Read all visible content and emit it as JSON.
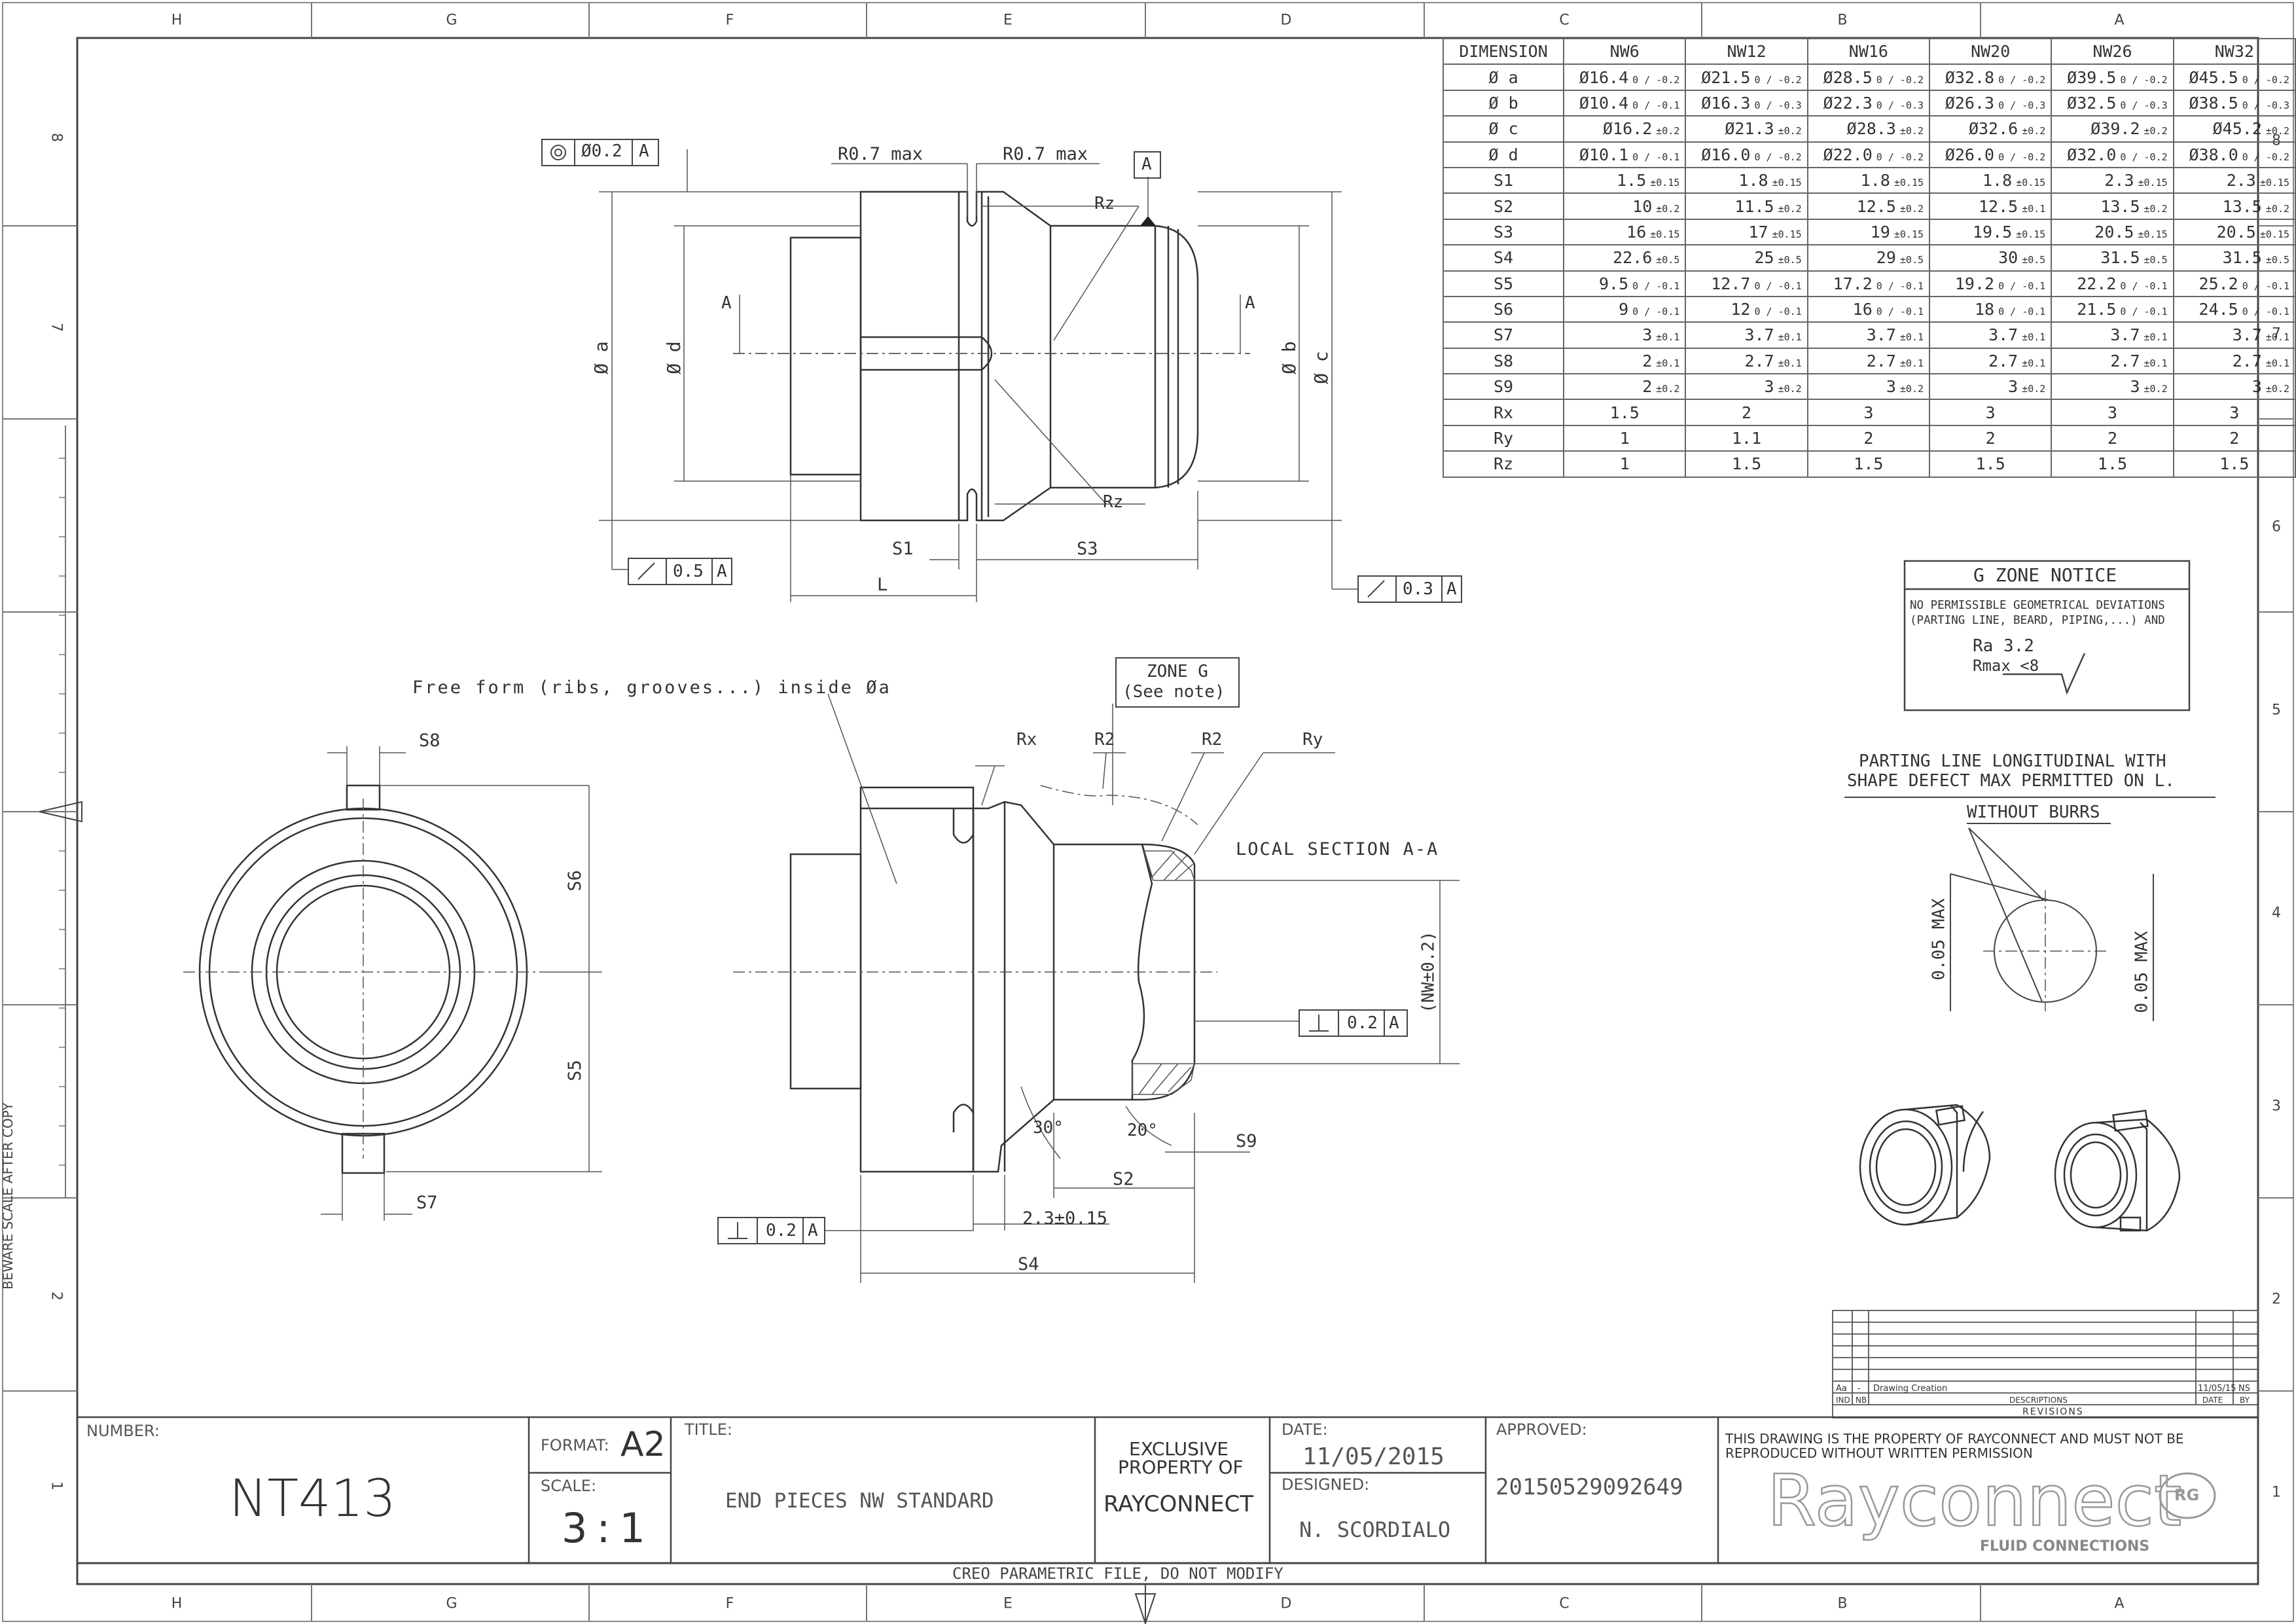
{
  "frame": {
    "zones_top": [
      "H",
      "G",
      "F",
      "E",
      "D",
      "C",
      "B",
      "A"
    ],
    "zones_side": [
      "8",
      "7",
      "6",
      "5",
      "4",
      "3",
      "2",
      "1"
    ]
  },
  "dimension_table": {
    "headers": [
      "DIMENSION",
      "NW6",
      "NW12",
      "NW16",
      "NW20",
      "NW26",
      "NW32"
    ],
    "rows": [
      {
        "label": "Ø a",
        "cells": [
          [
            "Ø16.4",
            "0 / -0.2"
          ],
          [
            "Ø21.5",
            "0 / -0.2"
          ],
          [
            "Ø28.5",
            "0 / -0.2"
          ],
          [
            "Ø32.8",
            "0 / -0.2"
          ],
          [
            "Ø39.5",
            "0 / -0.2"
          ],
          [
            "Ø45.5",
            "0 / -0.2"
          ]
        ]
      },
      {
        "label": "Ø b",
        "cells": [
          [
            "Ø10.4",
            "0 / -0.1"
          ],
          [
            "Ø16.3",
            "0 / -0.3"
          ],
          [
            "Ø22.3",
            "0 / -0.3"
          ],
          [
            "Ø26.3",
            "0 / -0.3"
          ],
          [
            "Ø32.5",
            "0 / -0.3"
          ],
          [
            "Ø38.5",
            "0 / -0.3"
          ]
        ]
      },
      {
        "label": "Ø c",
        "cells": [
          [
            "Ø16.2",
            "±0.2"
          ],
          [
            "Ø21.3",
            "±0.2"
          ],
          [
            "Ø28.3",
            "±0.2"
          ],
          [
            "Ø32.6",
            "±0.2"
          ],
          [
            "Ø39.2",
            "±0.2"
          ],
          [
            "Ø45.2",
            "±0.2"
          ]
        ]
      },
      {
        "label": "Ø d",
        "cells": [
          [
            "Ø10.1",
            "0 / -0.1"
          ],
          [
            "Ø16.0",
            "0 / -0.2"
          ],
          [
            "Ø22.0",
            "0 / -0.2"
          ],
          [
            "Ø26.0",
            "0 / -0.2"
          ],
          [
            "Ø32.0",
            "0 / -0.2"
          ],
          [
            "Ø38.0",
            "0 / -0.2"
          ]
        ]
      },
      {
        "label": "S1",
        "cells": [
          [
            "1.5",
            "±0.15"
          ],
          [
            "1.8",
            "±0.15"
          ],
          [
            "1.8",
            "±0.15"
          ],
          [
            "1.8",
            "±0.15"
          ],
          [
            "2.3",
            "±0.15"
          ],
          [
            "2.3",
            "±0.15"
          ]
        ]
      },
      {
        "label": "S2",
        "cells": [
          [
            "10",
            "±0.2"
          ],
          [
            "11.5",
            "±0.2"
          ],
          [
            "12.5",
            "±0.2"
          ],
          [
            "12.5",
            "±0.1"
          ],
          [
            "13.5",
            "±0.2"
          ],
          [
            "13.5",
            "±0.2"
          ]
        ]
      },
      {
        "label": "S3",
        "cells": [
          [
            "16",
            "±0.15"
          ],
          [
            "17",
            "±0.15"
          ],
          [
            "19",
            "±0.15"
          ],
          [
            "19.5",
            "±0.15"
          ],
          [
            "20.5",
            "±0.15"
          ],
          [
            "20.5",
            "±0.15"
          ]
        ]
      },
      {
        "label": "S4",
        "cells": [
          [
            "22.6",
            "±0.5"
          ],
          [
            "25",
            "±0.5"
          ],
          [
            "29",
            "±0.5"
          ],
          [
            "30",
            "±0.5"
          ],
          [
            "31.5",
            "±0.5"
          ],
          [
            "31.5",
            "±0.5"
          ]
        ]
      },
      {
        "label": "S5",
        "cells": [
          [
            "9.5",
            "0 / -0.1"
          ],
          [
            "12.7",
            "0 / -0.1"
          ],
          [
            "17.2",
            "0 / -0.1"
          ],
          [
            "19.2",
            "0 / -0.1"
          ],
          [
            "22.2",
            "0 / -0.1"
          ],
          [
            "25.2",
            "0 / -0.1"
          ]
        ]
      },
      {
        "label": "S6",
        "cells": [
          [
            "9",
            "0 / -0.1"
          ],
          [
            "12",
            "0 / -0.1"
          ],
          [
            "16",
            "0 / -0.1"
          ],
          [
            "18",
            "0 / -0.1"
          ],
          [
            "21.5",
            "0 / -0.1"
          ],
          [
            "24.5",
            "0 / -0.1"
          ]
        ]
      },
      {
        "label": "S7",
        "cells": [
          [
            "3",
            "±0.1"
          ],
          [
            "3.7",
            "±0.1"
          ],
          [
            "3.7",
            "±0.1"
          ],
          [
            "3.7",
            "±0.1"
          ],
          [
            "3.7",
            "±0.1"
          ],
          [
            "3.7",
            "±0.1"
          ]
        ]
      },
      {
        "label": "S8",
        "cells": [
          [
            "2",
            "±0.1"
          ],
          [
            "2.7",
            "±0.1"
          ],
          [
            "2.7",
            "±0.1"
          ],
          [
            "2.7",
            "±0.1"
          ],
          [
            "2.7",
            "±0.1"
          ],
          [
            "2.7",
            "±0.1"
          ]
        ]
      },
      {
        "label": "S9",
        "cells": [
          [
            "2",
            "±0.2"
          ],
          [
            "3",
            "±0.2"
          ],
          [
            "3",
            "±0.2"
          ],
          [
            "3",
            "±0.2"
          ],
          [
            "3",
            "±0.2"
          ],
          [
            "3",
            "±0.2"
          ]
        ]
      },
      {
        "label": "Rx",
        "cells": [
          [
            "1.5",
            ""
          ],
          [
            "2",
            ""
          ],
          [
            "3",
            ""
          ],
          [
            "3",
            ""
          ],
          [
            "3",
            ""
          ],
          [
            "3",
            ""
          ]
        ]
      },
      {
        "label": "Ry",
        "cells": [
          [
            "1",
            ""
          ],
          [
            "1.1",
            ""
          ],
          [
            "2",
            ""
          ],
          [
            "2",
            ""
          ],
          [
            "2",
            ""
          ],
          [
            "2",
            ""
          ]
        ]
      },
      {
        "label": "Rz",
        "cells": [
          [
            "1",
            ""
          ],
          [
            "1.5",
            ""
          ],
          [
            "1.5",
            ""
          ],
          [
            "1.5",
            ""
          ],
          [
            "1.5",
            ""
          ],
          [
            "1.5",
            ""
          ]
        ]
      }
    ]
  },
  "view_top": {
    "concentricity": "◎ Ø0.2 A",
    "r_left": "R0.7 max",
    "r_right": "R0.7 max",
    "datum": "A",
    "rz_top": "Rz",
    "rz_bottom": "Rz",
    "section_a": "A",
    "dia_a": "Ø a",
    "dia_d": "Ø d",
    "dia_b": "Ø b",
    "dia_c": "Ø c",
    "s1": "S1",
    "s3": "S3",
    "l": "L",
    "runout_left": "0.5",
    "runout_left_datum": "A",
    "runout_right": "0.3",
    "runout_right_datum": "A"
  },
  "view_side": {
    "s8": "S8",
    "s6": "S6",
    "s5": "S5",
    "s7": "S7"
  },
  "view_section": {
    "free_form": "Free form (ribs, grooves...) inside Øa",
    "zone_g_line1": "ZONE G",
    "zone_g_line2": "(See note)",
    "rx": "Rx",
    "r2_a": "R2",
    "r2_b": "R2",
    "ry": "Ry",
    "local_section": "LOCAL SECTION  A-A",
    "nw": "(NW±0.2)",
    "perp_right": "0.2",
    "perp_right_datum": "A",
    "angle_30": "30°",
    "angle_20": "20°",
    "s9": "S9",
    "s2": "S2",
    "perp_left": "0.2",
    "perp_left_datum": "A",
    "dim_23": "2.3±0.15",
    "s4": "S4"
  },
  "g_zone": {
    "title": "G ZONE NOTICE",
    "line1": "NO PERMISSIBLE GEOMETRICAL DEVIATIONS",
    "line2": "(PARTING LINE, BEARD, PIPING,...) AND",
    "ra": "Ra 3.2",
    "rmax": "Rmax <8"
  },
  "parting": {
    "line1": "PARTING LINE LONGITUDINAL WITH",
    "line2": "SHAPE DEFECT MAX PERMITTED ON L.",
    "without": "WITHOUT BURRS",
    "max_left": "0.05 MAX",
    "max_right": "0.05 MAX"
  },
  "side_note": "BEWARE SCALE AFTER COPY",
  "revisions": {
    "row": [
      "Aa",
      "-",
      "Drawing Creation",
      "11/05/15",
      "NS"
    ],
    "header": [
      "IND",
      "NB",
      "DESCRIPTIONS",
      "DATE",
      "BY"
    ],
    "title": "REVISIONS"
  },
  "title_block": {
    "number_label": "NUMBER:",
    "number": "NT413",
    "format_label": "FORMAT:",
    "format": "A2",
    "scale_label": "SCALE:",
    "scale": "3:1",
    "title_label": "TITLE:",
    "title": "END PIECES NW STANDARD",
    "exclusive_1": "EXCLUSIVE",
    "exclusive_2": "PROPERTY OF",
    "exclusive_3": "RAYCONNECT",
    "date_label": "DATE:",
    "date": "11/05/2015",
    "designed_label": "DESIGNED:",
    "designed": "N. SCORDIALO",
    "approved_label": "APPROVED:",
    "approved": "20150529092649",
    "property_1": "THIS DRAWING IS THE PROPERTY OF RAYCONNECT AND MUST NOT BE",
    "property_2": "REPRODUCED WITHOUT WRITTEN PERMISSION",
    "logo": "Rayconnect",
    "logo_mark": "RG",
    "fluid": "FLUID CONNECTIONS",
    "creo": "CREO PARAMETRIC FILE, DO NOT MODIFY"
  }
}
